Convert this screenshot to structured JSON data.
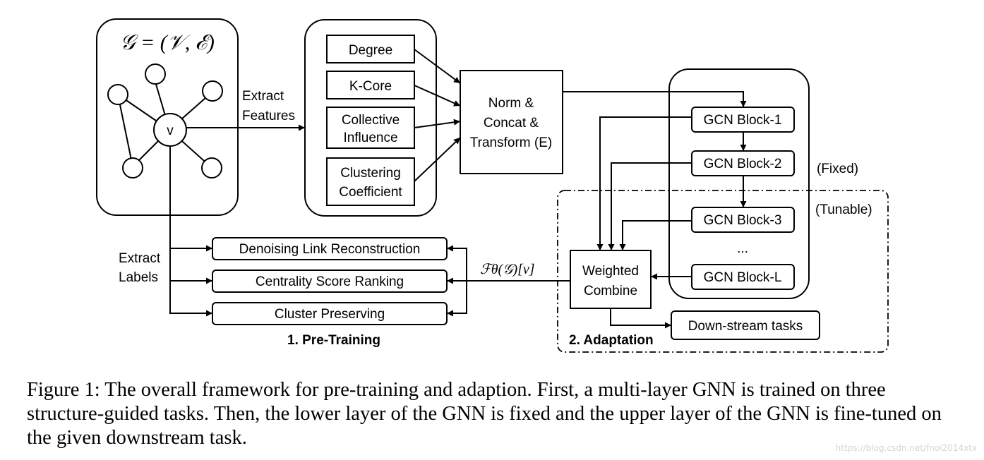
{
  "graph": {
    "formula": "𝒢 = (𝒱, ℰ)",
    "center_node": "v"
  },
  "edges": {
    "extract_features": [
      "Extract",
      "Features"
    ],
    "extract_labels": [
      "Extract",
      "Labels"
    ],
    "model_output": "ℱθ(𝒢)[v]"
  },
  "features": {
    "degree": "Degree",
    "kcore": "K-Core",
    "collective": [
      "Collective",
      "Influence"
    ],
    "clustering": [
      "Clustering",
      "Coefficient"
    ]
  },
  "transform": [
    "Norm &",
    "Concat &",
    "Transform (E)"
  ],
  "gcn": {
    "block1": "GCN Block-1",
    "block2": "GCN Block-2",
    "block3": "GCN Block-3",
    "ellipsis": "...",
    "blockL": "GCN Block-L",
    "fixed": "(Fixed)",
    "tunable": "(Tunable)"
  },
  "weighted_combine": [
    "Weighted",
    "Combine"
  ],
  "downstream": "Down-stream tasks",
  "tasks": {
    "denoising": "Denoising Link Reconstruction",
    "centrality": "Centrality Score Ranking",
    "cluster": "Cluster Preserving"
  },
  "phases": {
    "pretraining": "1. Pre-Training",
    "adaptation": "2. Adaptation"
  },
  "caption": "Figure 1: The overall framework for pre-training and adaption. First, a multi-layer GNN is trained on three structure-guided tasks. Then, the lower layer of the GNN is fixed and the upper layer of the GNN is fine-tuned on the given downstream task.",
  "watermark": "https://blog.csdn.net/fnoi2014xtx"
}
